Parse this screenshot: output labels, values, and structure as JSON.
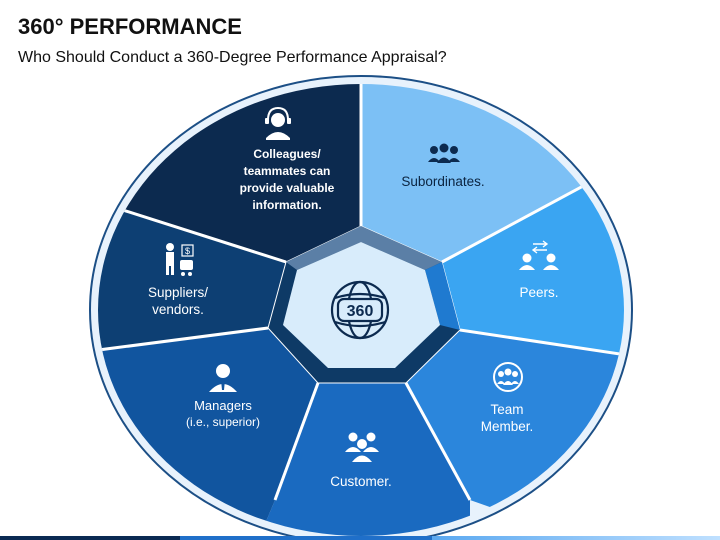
{
  "slide": {
    "title": "360° PERFORMANCE",
    "subtitle": "Who Should Conduct a 360-Degree Performance Appraisal?"
  },
  "hub": {
    "label": "360",
    "icon": "globe-icon"
  },
  "segments": [
    {
      "id": "colleagues",
      "lines": [
        "Colleagues/",
        "teammates can",
        "provide valuable",
        "information."
      ],
      "icon": "headset-user-icon",
      "color": "#0c2a4f"
    },
    {
      "id": "subordinates",
      "lines": [
        "Subordinates."
      ],
      "icon": "group-icon",
      "color": "#7cc0f5"
    },
    {
      "id": "peers",
      "lines": [
        "Peers."
      ],
      "icon": "exchange-users-icon",
      "color": "#3aa5f2"
    },
    {
      "id": "team-member",
      "lines": [
        "Team",
        "Member."
      ],
      "icon": "team-circle-icon",
      "color": "#2b86dc"
    },
    {
      "id": "customer",
      "lines": [
        "Customer."
      ],
      "icon": "customers-icon",
      "color": "#1a6ac0"
    },
    {
      "id": "managers",
      "lines": [
        "Managers",
        "(i.e., superior)"
      ],
      "icon": "manager-icon",
      "color": "#11559f"
    },
    {
      "id": "suppliers",
      "lines": [
        "Suppliers/",
        "vendors."
      ],
      "icon": "supplier-cart-icon",
      "color": "#0d3f73"
    }
  ]
}
